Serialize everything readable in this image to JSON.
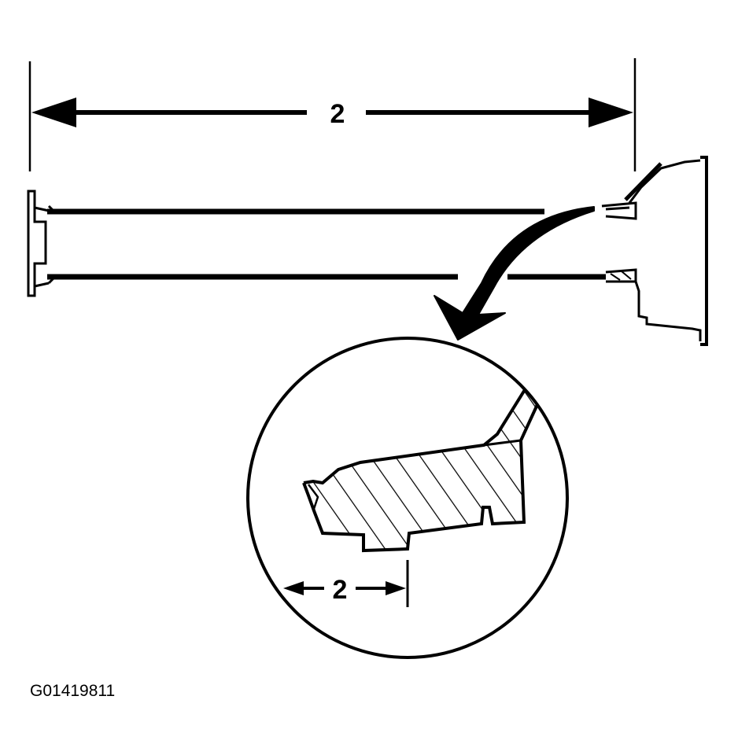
{
  "diagram": {
    "overall_dimension_label": "2",
    "detail_dimension_label": "2",
    "figure_id": "G01419811"
  },
  "colors": {
    "ink": "#000000",
    "paper": "#ffffff"
  }
}
